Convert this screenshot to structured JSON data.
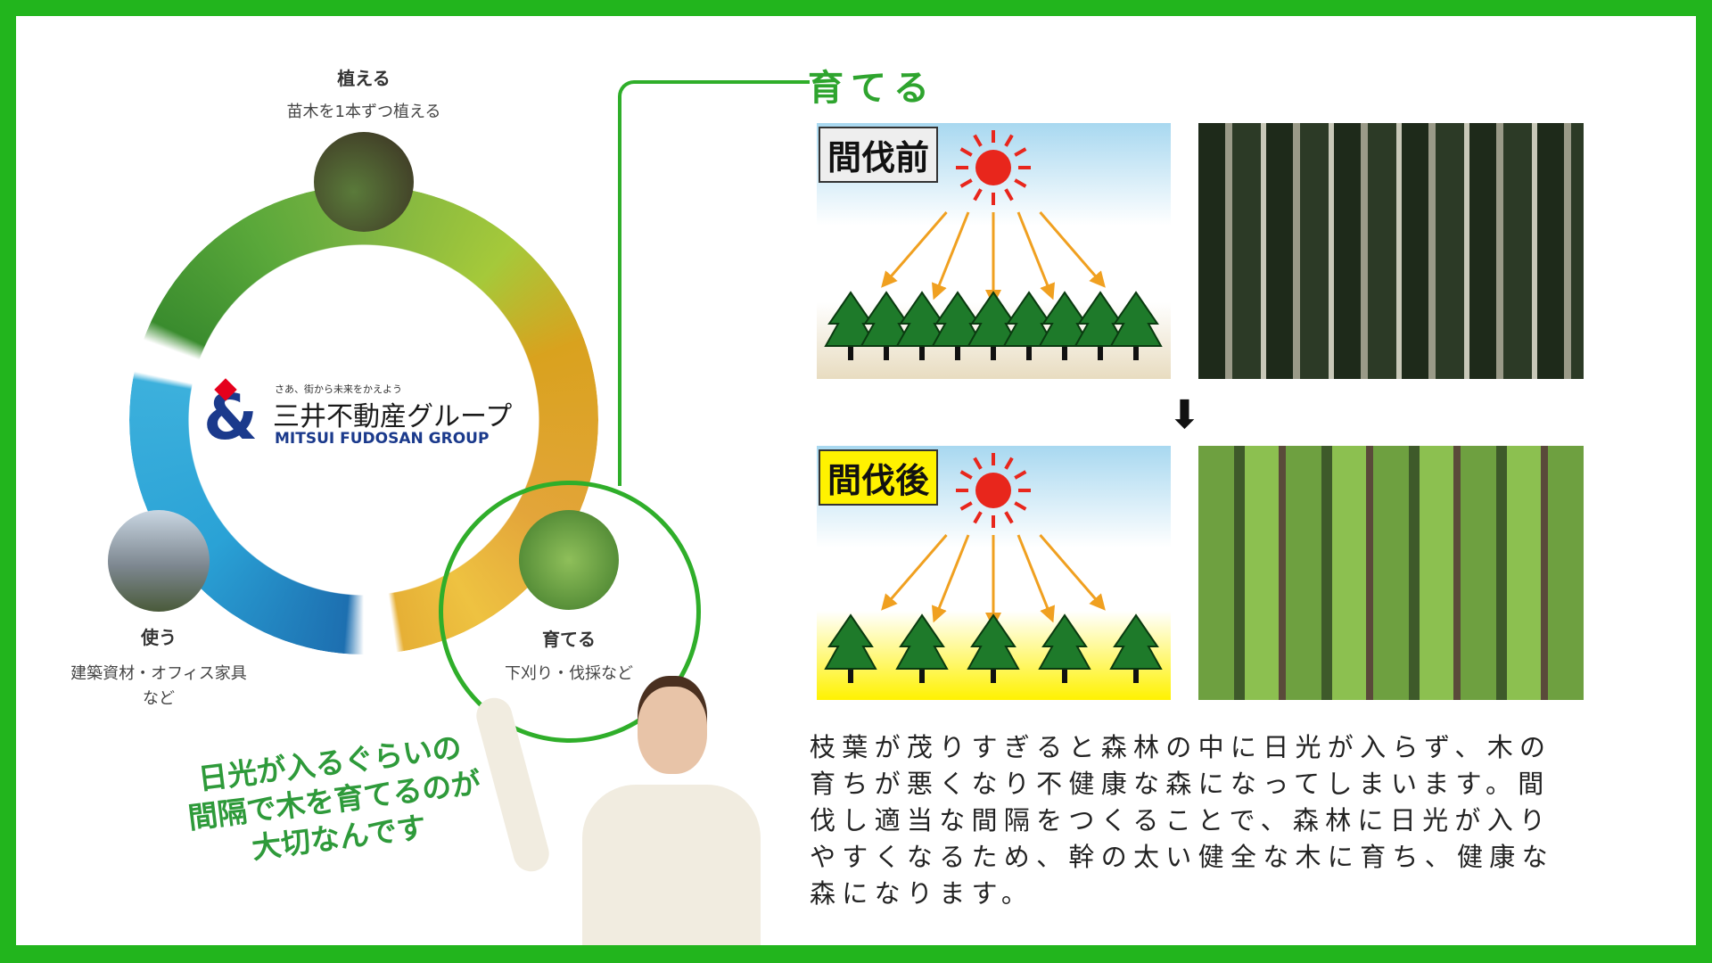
{
  "cycle": {
    "plant": {
      "label": "植える",
      "sub": "苗木を1本ずつ植える"
    },
    "use": {
      "label": "使う",
      "sub": "建築資材・オフィス家具",
      "sub2": "など"
    },
    "grow": {
      "label": "育てる",
      "sub": "下刈り・伐採など"
    }
  },
  "logo": {
    "tagline": "さあ、街から未来をかえよう",
    "name_ja": "三井不動産グループ",
    "name_en": "MITSUI FUDOSAN GROUP",
    "mark": "&"
  },
  "section": {
    "heading": "育てる",
    "before_tag": "間伐前",
    "after_tag": "間伐後"
  },
  "paragraph": [
    "枝葉が茂りすぎると森林の中に日光が入らず、木の",
    "育ちが悪くなり不健康な森になってしまいます。間",
    "伐し適当な間隔をつくることで、森林に日光が入り",
    "やすくなるため、幹の太い健全な木に育ち、健康な",
    "森になります。"
  ],
  "speech": [
    "日光が入るぐらいの",
    "間隔で木を育てるのが",
    "大切なんです"
  ],
  "colors": {
    "frame": "#22b51d",
    "accent": "#2ea42e"
  }
}
